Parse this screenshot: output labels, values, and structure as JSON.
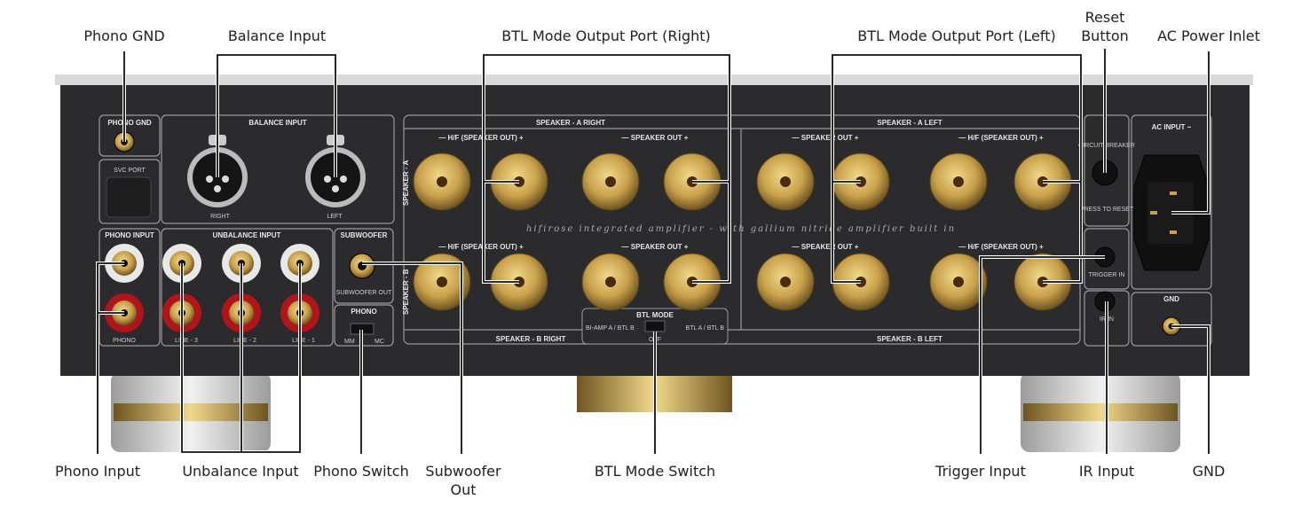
{
  "callouts": {
    "phono_gnd": "Phono GND",
    "balance_input": "Balance Input",
    "btl_right": "BTL Mode Output Port (Right)",
    "btl_left": "BTL Mode Output Port (Left)",
    "reset_line1": "Reset",
    "reset_line2": "Button",
    "ac_power": "AC Power Inlet",
    "phono_input": "Phono Input",
    "unbalance_input": "Unbalance Input",
    "phono_switch": "Phono Switch",
    "sub_line1": "Subwoofer",
    "sub_line2": "Out",
    "btl_switch": "BTL Mode Switch",
    "trigger_input": "Trigger Input",
    "ir_input": "IR Input",
    "gnd": "GND"
  },
  "panel": {
    "phono_gnd": "PHONO GND",
    "svc_port": "SVC PORT",
    "balance_input": "BALANCE INPUT",
    "right": "RIGHT",
    "left": "LEFT",
    "phono_input": "PHONO INPUT",
    "unbalance_input": "UNBALANCE INPUT",
    "subwoofer": "SUBWOOFER",
    "subwoofer_out": "SUBWOOFER OUT",
    "phono": "PHONO",
    "phono_label": "PHONO",
    "mm": "MM",
    "mc": "MC",
    "line3": "LINE - 3",
    "line2": "LINE - 2",
    "line1": "LINE - 1",
    "speaker_a_right": "SPEAKER - A  RIGHT",
    "speaker_a_left": "SPEAKER - A  LEFT",
    "speaker_b_right": "SPEAKER - B  RIGHT",
    "speaker_b_left": "SPEAKER - B  LEFT",
    "speaker_a_side": "SPEAKER - A",
    "speaker_b_side": "SPEAKER - B",
    "hf_out": "— H/F (SPEAKER OUT) +",
    "speaker_out": "—    SPEAKER OUT    +",
    "tagline": "hifirose integrated amplifier - with gallium nitride amplifier built in",
    "btl_mode": "BTL MODE",
    "biamp": "BI-AMP A / BTL B",
    "btl_ab": "BTL A / BTL B",
    "off": "OFF",
    "circuit_breaker": "CIRCUIT BREAKER",
    "press_to_reset": "PRESS TO RESET",
    "trigger_in": "TRIGGER IN",
    "ir_in": "IR IN",
    "ac_input": "AC INPUT ~",
    "gnd": "GND"
  },
  "colors": {
    "panel": "#2b2b2d",
    "gold": "#c9a14a",
    "red": "#b3141a",
    "callout_line": "#111111"
  }
}
